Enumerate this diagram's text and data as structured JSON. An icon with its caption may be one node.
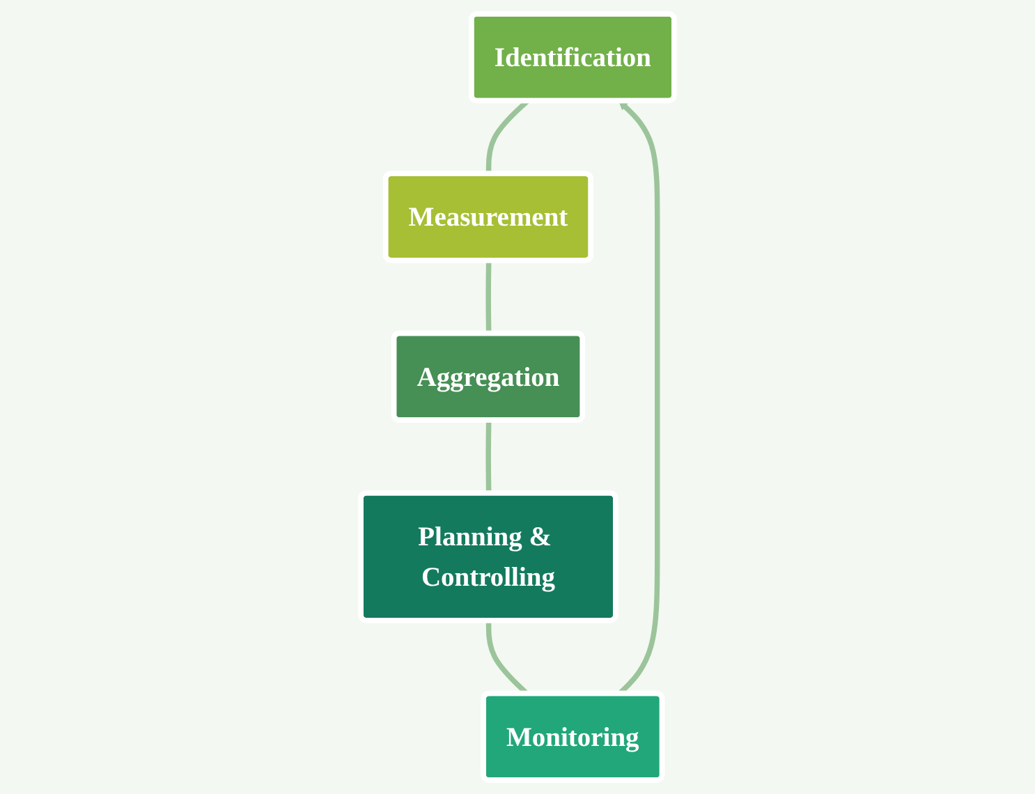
{
  "diagram": {
    "nodes": [
      {
        "text": [
          "Identification"
        ]
      },
      {
        "text": [
          "Measurement"
        ]
      },
      {
        "text": [
          "Aggregation"
        ]
      },
      {
        "text": [
          "Planning & Controlling"
        ]
      },
      {
        "text": [
          "Monitoring"
        ]
      }
    ],
    "edges": [
      {
        "from": 0,
        "to": 1,
        "arrow": "none"
      },
      {
        "from": 1,
        "to": 2,
        "arrow": "none"
      },
      {
        "from": 2,
        "to": 3,
        "arrow": "none"
      },
      {
        "from": 3,
        "to": 4,
        "arrow": "none"
      },
      {
        "from": 4,
        "to": 0,
        "arrow": "to"
      }
    ]
  }
}
